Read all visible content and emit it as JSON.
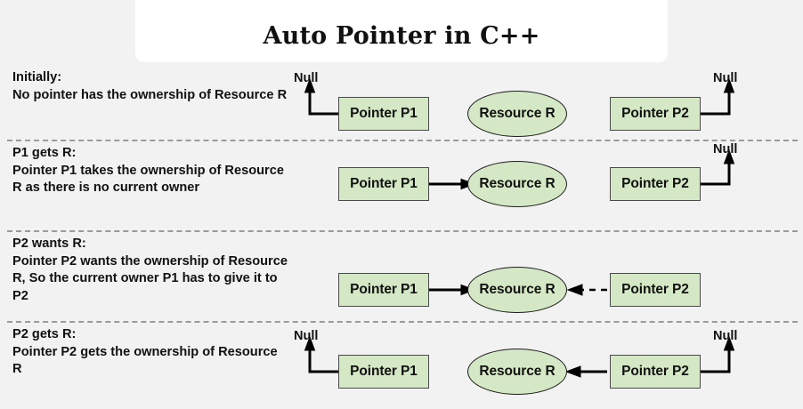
{
  "header": {
    "title": "Auto Pointer in C++"
  },
  "theme": {
    "background": "#f2f2f2",
    "card_background": "#ffffff",
    "node_fill": "#d4e8c5",
    "node_border": "#4a4a4a",
    "separator": "#9b9b9b",
    "text": "#111111"
  },
  "labels": {
    "pointer_p1": "Pointer P1",
    "pointer_p2": "Pointer P2",
    "resource_r": "Resource R",
    "null": "Null"
  },
  "rows": [
    {
      "id": "initially",
      "caption_title": "Initially:",
      "caption_body": "No pointer has the ownership of Resource R",
      "p1_label": "Pointer P1",
      "p2_label": "Pointer P2",
      "resource_label": "Resource R",
      "p1_null_label": "Null",
      "p2_null_label": "Null"
    },
    {
      "id": "p1-gets-r",
      "caption_title": "P1 gets R:",
      "caption_body": "Pointer P1 takes the ownership of Resource R as there is no current owner",
      "p1_label": "Pointer P1",
      "p2_label": "Pointer P2",
      "resource_label": "Resource R",
      "p2_null_label": "Null"
    },
    {
      "id": "p2-wants-r",
      "caption_title": "P2 wants R:",
      "caption_body": "Pointer P2 wants the ownership of Resource R, So the current owner P1 has to give it to P2",
      "p1_label": "Pointer P1",
      "p2_label": "Pointer P2",
      "resource_label": "Resource R"
    },
    {
      "id": "p2-gets-r",
      "caption_title": "P2 gets R:",
      "caption_body": "Pointer P2 gets the ownership of Resource R",
      "p1_label": "Pointer P1",
      "p2_label": "Pointer P2",
      "resource_label": "Resource R",
      "p1_null_label": "Null",
      "p2_null_label": "Null"
    }
  ]
}
